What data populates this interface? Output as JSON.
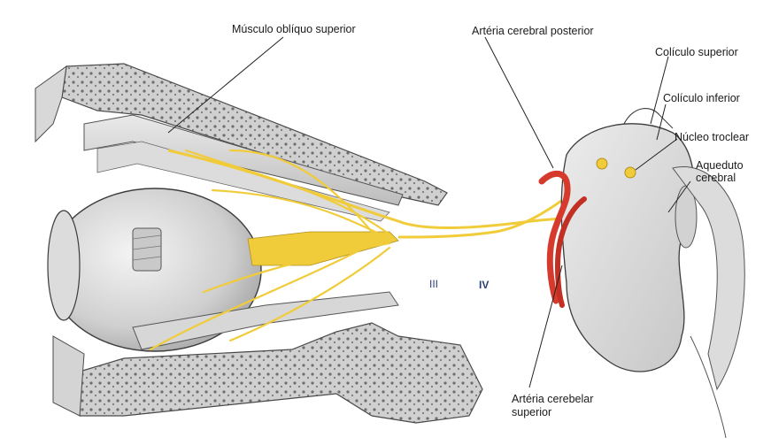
{
  "labels": {
    "superior_oblique": "Músculo oblíquo superior",
    "posterior_cerebral_artery": "Artéria cerebral posterior",
    "superior_colliculus": "Colículo superior",
    "inferior_colliculus": "Colículo inferior",
    "trochlear_nucleus": "Núcleo troclear",
    "cerebral_aqueduct_line1": "Aqueduto",
    "cerebral_aqueduct_line2": "cerebral",
    "superior_cerebellar_artery_line1": "Artéria cerebelar",
    "superior_cerebellar_artery_line2": "superior",
    "nerve_iii": "III",
    "nerve_iv": "IV"
  },
  "colors": {
    "nerve": "#f1cc3a",
    "artery": "#d63a2c",
    "bone": "#c9c9c9",
    "tissue": "#e4e4e4",
    "outline": "#4a4a4a",
    "label_roman": "#2c3f73"
  }
}
